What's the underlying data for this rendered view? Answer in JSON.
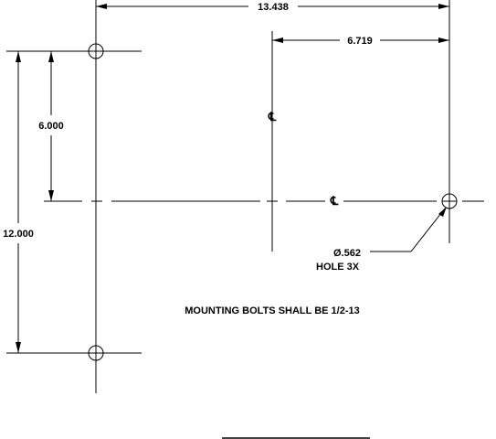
{
  "dimensions": {
    "overall_width": "13.438",
    "half_width": "6.719",
    "half_height": "6.000",
    "overall_height": "12.000"
  },
  "centerline_symbol": "℄",
  "hole_callout": {
    "diameter": "Ø.562",
    "quantity": "HOLE 3X"
  },
  "note": "MOUNTING BOLTS SHALL BE 1/2-13"
}
